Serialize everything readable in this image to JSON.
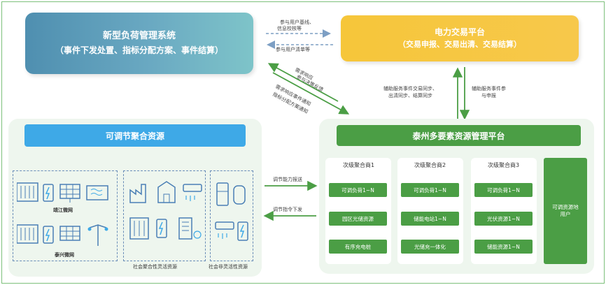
{
  "system": {
    "title": "新型负荷管理系统",
    "subtitle": "（事件下发处置、指标分配方案、事件结算）"
  },
  "market": {
    "title": "电力交易平台",
    "subtitle": "（交易申报、交易出清、交易结算）"
  },
  "arrows_top": {
    "to_market_line1": "参与用户基线、",
    "to_market_line2": "信息校核等",
    "to_system": "参与用户清单等"
  },
  "arrows_diag": {
    "up_line1": "需求响应",
    "up_line2": "参与决策反馈",
    "down_line1": "需求响应事件通知",
    "down_line2": "指标分配方案通知"
  },
  "arrows_vert": {
    "up_line1": "辅助服务事件交易同步、",
    "up_line2": "出清同步、结算同步",
    "down_line1": "辅助服务事件参",
    "down_line2": "与申报"
  },
  "arrows_mid": {
    "report": "调节能力报送",
    "command": "调节指令下发"
  },
  "resources": {
    "title": "可调节聚合资源",
    "microgrid1": "靖江微网",
    "microgrid2": "泰兴微网",
    "flexible": "社会聚合性灵活资源",
    "nonflexible": "社会非灵活性资源"
  },
  "platform": {
    "title": "泰州多要素资源管理平台",
    "aggregators": [
      {
        "title": "次级聚合商1",
        "items": [
          "可调负荷1~N",
          "园区光储资源",
          "有序充电桩"
        ]
      },
      {
        "title": "次级聚合商2",
        "items": [
          "可调负荷1~N",
          "储能电站1~N",
          "光储充一体化"
        ]
      },
      {
        "title": "次级聚合商3",
        "items": [
          "可调负荷1~N",
          "光伏资源1~N",
          "储能资源1~N"
        ]
      }
    ],
    "direct_user_line1": "可调资源地",
    "direct_user_line2": "用户"
  },
  "colors": {
    "blue_box": "#5f9fbc",
    "yellow_box": "#f6c63a",
    "green": "#4b9e45",
    "title_blue": "#3ea9e7"
  }
}
